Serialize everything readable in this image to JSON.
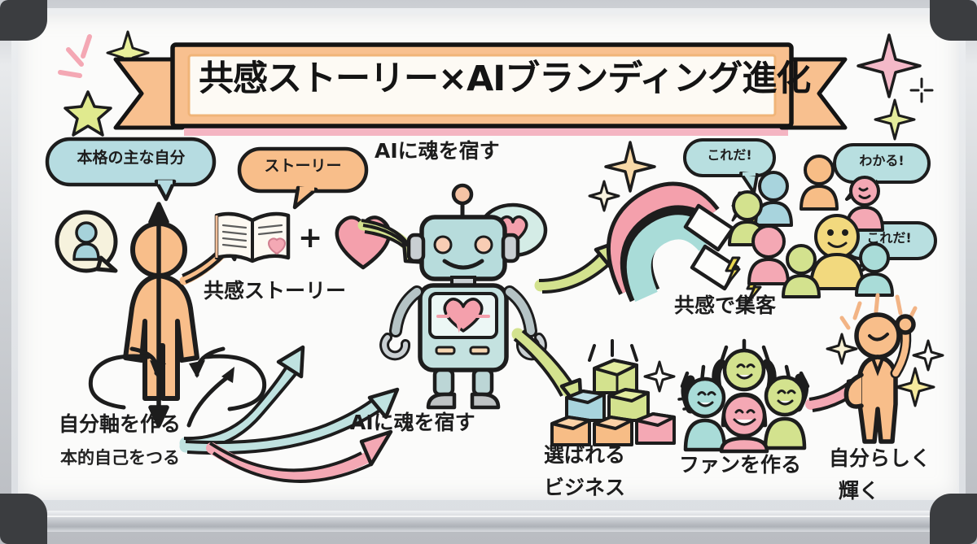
{
  "board": {
    "title": "共感ストーリー×AIブランディング進化",
    "medium": "whiteboard-sketch-infographic"
  },
  "colors": {
    "orange": "#f7bd86",
    "orange_light": "#fbd9b4",
    "pink": "#f4a8b4",
    "pink_light": "#f8c8d0",
    "teal": "#a9dcd8",
    "teal_light": "#c6e6e4",
    "blue": "#a8d4dd",
    "green": "#d3e28e",
    "green_light": "#e0ea9f",
    "yellow": "#f2d97e",
    "gray": "#b8bcbd",
    "ink": "#1d1d1d",
    "cream": "#f5f0dc"
  },
  "stage1": {
    "bubble": "本格の主な自分",
    "avatar_icon": "person-avatar-icon",
    "figure_icon": "standing-person-icon",
    "axis_icon": "vertical-axis-arrow-icon",
    "spin_icon": "circular-motion-arrows-icon",
    "label_main": "自分軸を作る",
    "label_sub": "本的自己をつる"
  },
  "stage2": {
    "bubble": "ストーリー",
    "book_icon": "open-book-icon",
    "plus_icon": "plus-sign-icon",
    "heart_icon": "heart-icon",
    "label": "共感ストーリー"
  },
  "stage3": {
    "label_top": "AIに魂を宿す",
    "label_bottom": "AIに魂を宿す",
    "robot_icon": "robot-icon",
    "heart_bubble_icon": "heart-speech-bubble-icon",
    "chest_icon": "heart-pulse-icon"
  },
  "stage4": {
    "magnet_icon": "horseshoe-magnet-icon",
    "spark_icon": "sparkle-icon",
    "bolt_icon": "lightning-bolt-icon",
    "label": "共感で集客",
    "bubbles": [
      "これだ!",
      "わかる!",
      "これだ!"
    ],
    "crowd_icon": "crowd-of-people-icon",
    "crowd_colors": [
      "#a8d4dd",
      "#f7bd86",
      "#d3e28e",
      "#f2d97e",
      "#f4a8b4",
      "#f4a8b4",
      "#d3e28e",
      "#a9dcd8"
    ]
  },
  "stage5": {
    "blocks_icon": "stacked-blocks-icon",
    "block_colors": [
      "#d3e28e",
      "#a8d4dd",
      "#d3e28e",
      "#f7bd86",
      "#f7bd86",
      "#f4a8b4"
    ],
    "label_line1": "選ばれる",
    "label_line2": "ビジネス"
  },
  "stage6": {
    "fans_icon": "cheering-people-icon",
    "fan_colors": [
      "#a9dcd8",
      "#d3e28e",
      "#f4a8b4",
      "#d3e28e"
    ],
    "label": "ファンを作る"
  },
  "stage7": {
    "hero_icon": "celebrating-person-icon",
    "label_line1": "自分らしく",
    "label_line2": "輝く"
  },
  "decor": {
    "star_icon": "five-point-star-icon",
    "sparkle4_icon": "four-point-sparkle-icon",
    "dashes_icon": "radiating-dashes-icon",
    "cross_icon": "small-cross-sparkle-icon"
  },
  "arrows": [
    {
      "name": "arrow-self-to-story",
      "color": "#f7bd86"
    },
    {
      "name": "arrow-story-to-ai",
      "color": "#d3e28e"
    },
    {
      "name": "arrow-ai-to-magnet",
      "color": "#d3e28e"
    },
    {
      "name": "arrow-ai-to-blocks",
      "color": "#d3e28e"
    },
    {
      "name": "arrow-growth-thin",
      "color": "#1d1d1d"
    },
    {
      "name": "arrow-growth-teal-1",
      "color": "#bfe2e0"
    },
    {
      "name": "arrow-growth-teal-2",
      "color": "#bfe2e0"
    },
    {
      "name": "arrow-bottom-loop",
      "color": "#f4a8b4"
    },
    {
      "name": "arrow-fans-to-hero",
      "color": "#f4a8b4"
    }
  ]
}
